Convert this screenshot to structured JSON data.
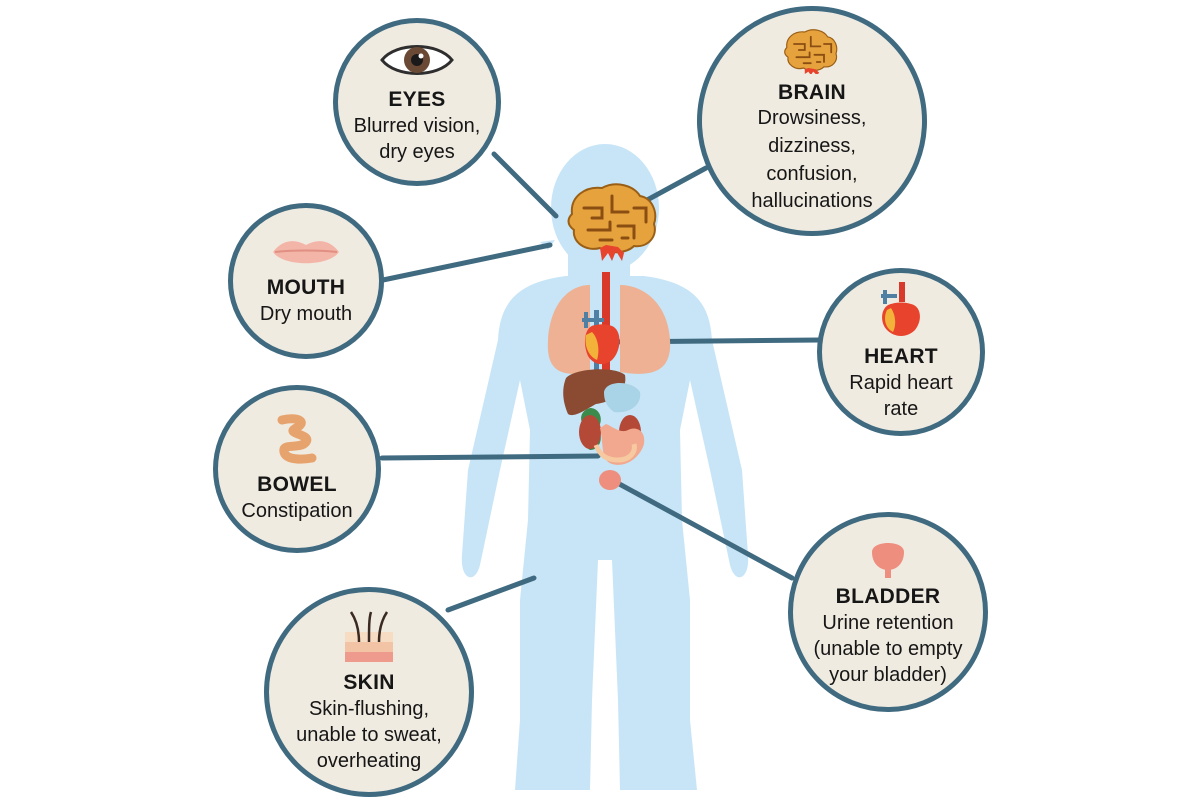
{
  "colors": {
    "body_silhouette": "#c7e5f7",
    "bubble_fill": "#f0ebe1",
    "bubble_border": "#3f6a80",
    "connector": "#3f6a80",
    "lungs": "#eeb194",
    "brain": "#e6a23c",
    "heart": "#e8432d",
    "liver": "#8a4b32",
    "kidney": "#b34936",
    "intestine": "#f1a88e",
    "bladder": "#ee8e7e",
    "blood_vessel_blue": "#4f7fa3"
  },
  "callouts": {
    "eyes": {
      "icon": "eye-icon",
      "title": "EYES",
      "desc": [
        "Blurred vision,",
        "dry eyes"
      ]
    },
    "brain": {
      "icon": "brain-icon",
      "title": "BRAIN",
      "desc": [
        "Drowsiness,",
        "dizziness,",
        "confusion,",
        "hallucinations"
      ]
    },
    "mouth": {
      "icon": "lips-icon",
      "title": "MOUTH",
      "desc": [
        "Dry mouth"
      ]
    },
    "heart": {
      "icon": "heart-icon",
      "title": "HEART",
      "desc": [
        "Rapid heart",
        "rate"
      ]
    },
    "bowel": {
      "icon": "intestine-icon",
      "title": "BOWEL",
      "desc": [
        "Constipation"
      ]
    },
    "bladder": {
      "icon": "bladder-icon",
      "title": "BLADDER",
      "desc": [
        "Urine retention",
        "(unable to empty",
        "your bladder)"
      ]
    },
    "skin": {
      "icon": "skin-hair-icon",
      "title": "SKIN",
      "desc": [
        "Skin-flushing,",
        "unable to sweat,",
        "overheating"
      ]
    }
  }
}
